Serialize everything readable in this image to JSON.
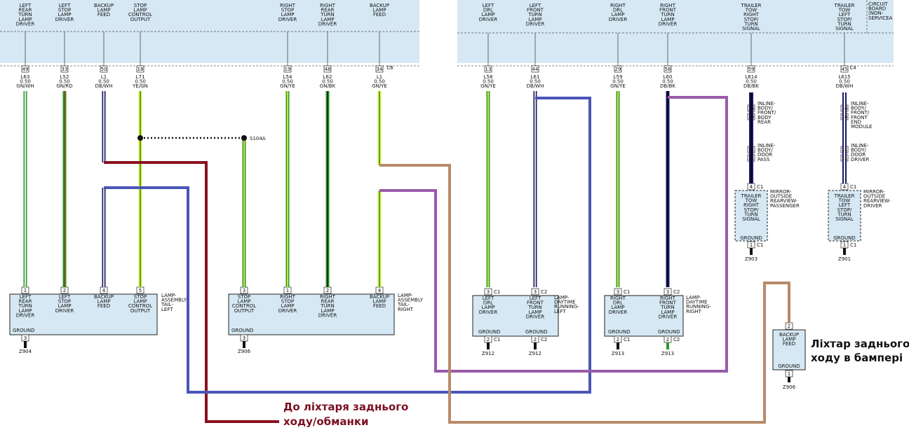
{
  "top_left_labels": [
    [
      "LEFT",
      "REAR",
      "TURN",
      "LAMP",
      "DRIVER"
    ],
    [
      "LEFT",
      "STOP",
      "LAMP",
      "DRIVER"
    ],
    [
      "BACKUP",
      "LAMP",
      "FEED"
    ],
    [
      "STOP",
      "LAMP",
      "CONTROL",
      "OUTPUT"
    ],
    [
      "RIGHT",
      "STOP",
      "LAMP",
      "DRIVER"
    ],
    [
      "RIGHT",
      "REAR",
      "TURN",
      "LAMP",
      "DRIVER"
    ],
    [
      "BACKUP",
      "LAMP",
      "FEED"
    ]
  ],
  "top_right_labels": [
    [
      "LEFT",
      "DRL",
      "LAMP",
      "DRIVER"
    ],
    [
      "LEFT",
      "FRONT",
      "TURN",
      "LAMP",
      "DRIVER"
    ],
    [
      "RIGHT",
      "DRL",
      "LAMP",
      "DRIVER"
    ],
    [
      "RIGHT",
      "FRONT",
      "TURN",
      "LAMP",
      "DRIVER"
    ],
    [
      "TRAILER",
      "TOW",
      "RIGHT",
      "STOP/",
      "TURN",
      "SIGNAL"
    ],
    [
      "TRAILER",
      "TOW",
      "LEFT",
      "STOP/",
      "TURN",
      "SIGNAL"
    ]
  ],
  "circuit_board_label": [
    "CIRCUIT",
    "BOARD",
    "(NON-",
    "SERVICEA"
  ],
  "connector_c6": "C6",
  "connector_c4": "C4",
  "pins_left": [
    {
      "pin": "49",
      "circuit": "L63",
      "gauge": "0.50",
      "color": "GN/WH"
    },
    {
      "pin": "33",
      "circuit": "L52",
      "gauge": "0.50",
      "color": "GN/RD"
    },
    {
      "pin": "50",
      "circuit": "L1",
      "gauge": "0.50",
      "color": "DB/WH"
    },
    {
      "pin": "18",
      "circuit": "L71",
      "gauge": "0.50",
      "color": "YE/GN"
    },
    {
      "pin": "19",
      "circuit": "L54",
      "gauge": "0.50",
      "color": "GN/YE"
    },
    {
      "pin": "48",
      "circuit": "L62",
      "gauge": "0.50",
      "color": "GN/BK"
    },
    {
      "pin": "34",
      "circuit": "L1",
      "gauge": "0.50",
      "color": "GN/YE"
    }
  ],
  "pins_right": [
    {
      "pin": "13",
      "circuit": "L58",
      "gauge": "0.50",
      "color": "GN/YE"
    },
    {
      "pin": "44",
      "circuit": "L61",
      "gauge": "0.50",
      "color": "DB/WH"
    },
    {
      "pin": "29",
      "circuit": "L59",
      "gauge": "0.50",
      "color": "GN/YE"
    },
    {
      "pin": "58",
      "circuit": "L60",
      "gauge": "0.50",
      "color": "DB/BK"
    },
    {
      "pin": "59",
      "circuit": "L614",
      "gauge": "0.50",
      "color": "DB/BK"
    },
    {
      "pin": "45",
      "circuit": "L615",
      "gauge": "0.50",
      "color": "DB/WH"
    }
  ],
  "splice": "S104A",
  "inline_right": [
    {
      "pin": "14",
      "text": [
        "INLINE-",
        "BODY/",
        "FRONT/",
        "BODY",
        "REAR"
      ]
    },
    {
      "pin": "11",
      "text": [
        "INLINE-",
        "BODY/",
        "DOOR",
        "PASS"
      ]
    }
  ],
  "inline_left": [
    {
      "pin": "14",
      "text": [
        "INLINE-",
        "BODY/",
        "FRONT/",
        "FRONT",
        "END",
        "MODULE"
      ]
    },
    {
      "pin": "11",
      "text": [
        "INLINE-",
        "BODY/",
        "DOOR",
        "DRIVER"
      ]
    }
  ],
  "mirror_pass": {
    "pin_top": "4",
    "conn": "C1",
    "label": [
      "TRAILER",
      "TOW",
      "RIGHT",
      "STOP/",
      "TURN",
      "SIGNAL"
    ],
    "ground": "GROUND",
    "pin_bot": "1",
    "conn_bot": "C1",
    "name": [
      "MIRROR-",
      "OUTSIDE",
      "REARVIEW-",
      "PASSENGER"
    ],
    "gnd": "Z903"
  },
  "mirror_drv": {
    "pin_top": "4",
    "conn": "C1",
    "label": [
      "TRAILER",
      "TOW",
      "LEFT",
      "STOP/",
      "TURN",
      "SIGNAL"
    ],
    "ground": "GROUND",
    "pin_bot": "1",
    "conn_bot": "C1",
    "name": [
      "MIRROR-",
      "OUTSIDE",
      "REARVIEW-",
      "DRIVER"
    ],
    "gnd": "Z901"
  },
  "tail_left": {
    "pins": [
      "1",
      "2",
      "4",
      "5"
    ],
    "labels": [
      [
        "LEFT",
        "REAR",
        "TURN",
        "LAMP",
        "DRIVER"
      ],
      [
        "LEFT",
        "STOP",
        "LAMP",
        "DRIVER"
      ],
      [
        "BACKUP",
        "LAMP",
        "FEED"
      ],
      [
        "STOP",
        "LAMP",
        "CONTROL",
        "OUTPUT"
      ]
    ],
    "ground": "GROUND",
    "gpin": "3",
    "gnd": "Z904",
    "name": [
      "LAMP-",
      "ASSEMBLY",
      "TAIL-",
      "LEFT"
    ]
  },
  "tail_right": {
    "pins": [
      "3",
      "1",
      "2",
      "4"
    ],
    "labels": [
      [
        "STOP",
        "LAMP",
        "CONTROL",
        "OUTPUT"
      ],
      [
        "RIGHT",
        "STOP",
        "LAMP",
        "DRIVER"
      ],
      [
        "RIGHT",
        "REAR",
        "TURN",
        "LAMP",
        "DRIVER"
      ],
      [
        "BACKUP",
        "LAMP",
        "FEED"
      ]
    ],
    "ground": "GROUND",
    "gpin": "3",
    "gnd": "Z906",
    "name": [
      "LAMP-",
      "ASSEMBLY",
      "TAIL-",
      "RIGHT"
    ]
  },
  "drl_left": {
    "pins": [
      "3",
      "3"
    ],
    "conns": [
      "C1",
      "C2"
    ],
    "labels": [
      [
        "LEFT",
        "DRL",
        "LAMP",
        "DRIVER"
      ],
      [
        "LEFT",
        "FRONT",
        "TURN",
        "LAMP",
        "DRIVER"
      ]
    ],
    "grounds": [
      "GROUND",
      "GROUND"
    ],
    "gpins": [
      "2",
      "2"
    ],
    "gconns": [
      "C1",
      "C2"
    ],
    "gnds": [
      "Z912",
      "Z912"
    ],
    "name": [
      "LAMP-",
      "DAYTIME",
      "RUNNING-",
      "LEFT"
    ]
  },
  "drl_right": {
    "pins": [
      "3",
      "3"
    ],
    "conns": [
      "C1",
      "C2"
    ],
    "labels": [
      [
        "RIGHT",
        "DRL",
        "LAMP",
        "DRIVER"
      ],
      [
        "RIGHT",
        "FRONT",
        "TURN",
        "LAMP",
        "DRIVER"
      ]
    ],
    "grounds": [
      "GROUND",
      "GROUND"
    ],
    "gpins": [
      "2",
      "2"
    ],
    "gconns": [
      "C1",
      "C2"
    ],
    "gnds": [
      "Z913",
      "Z913"
    ],
    "name": [
      "LAMP-",
      "DAYTIME",
      "RUNNING-",
      "RIGHT"
    ]
  },
  "bumper_lamp": {
    "pin_top": "2",
    "label": [
      "BACKUP",
      "LAMP",
      "FEED"
    ],
    "ground": "GROUND",
    "pin_bot": "1",
    "gnd": "Z906"
  },
  "caption_bumper": [
    "Ліхтар заднього",
    "ходу в бампері"
  ],
  "caption_decoy": [
    "До ліхтаря заднього",
    "ходу/обманки"
  ],
  "colors": {
    "module_fill": "#d6e8f4",
    "wire_blue": "#4a55b8",
    "wire_darkred": "#8a1020",
    "wire_purple": "#9a5aa8",
    "wire_tan": "#b88a6a",
    "green": "#2e9a2e",
    "yellow": "#e8ef40",
    "navy": "#1a1a60"
  }
}
